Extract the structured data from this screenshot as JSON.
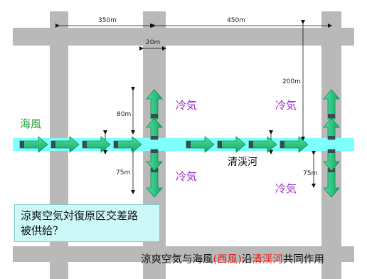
{
  "measurements": {
    "w350": "350m",
    "w450": "450m",
    "w20": "20m",
    "h200": "200m",
    "h80": "80m",
    "h75_left": "75m",
    "h75_right": "75m"
  },
  "labels": {
    "sea_wind": "海風",
    "cold_air": "冷気",
    "river": "清渓河"
  },
  "question": {
    "line1": "涼爽空気対復原区交差路",
    "line2": "被供給？"
  },
  "caption": {
    "part1": "涼爽空気与海風",
    "paren_open": "(",
    "west_wind": "西風",
    "paren_close": ")",
    "part2": "沿",
    "river": "清渓河",
    "part3": "共同作用"
  },
  "colors": {
    "road": "#b9b9b9",
    "river": "#80ffff",
    "arrow": "#33cc88",
    "cold_text": "#9b2fc9",
    "wind_text": "#1e9e2f",
    "highlight": "#e21f1f"
  }
}
